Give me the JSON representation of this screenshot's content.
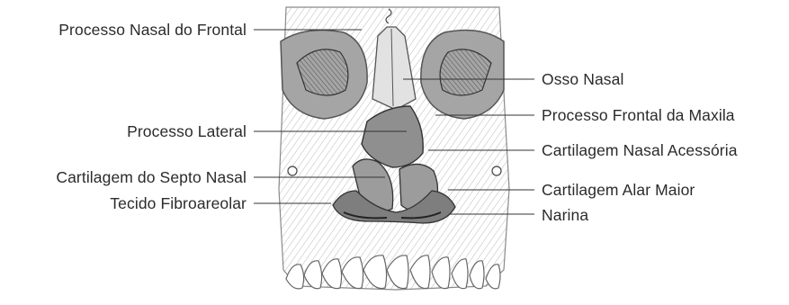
{
  "figure": {
    "subject": "skull-front-view-nasal-region",
    "style": "pencil-sketch",
    "colors": {
      "ink": "#2b2b2b",
      "bone_shade": "#d9d9d9",
      "cartilage": "#9a9a9a",
      "orbit": "#6f6f6f",
      "leader_line": "#333333"
    }
  },
  "labels": {
    "left": [
      "Processo Nasal do Frontal",
      "Processo Lateral",
      "Cartilagem do Septo Nasal",
      "Tecido Fibroareolar"
    ],
    "right": [
      "Osso Nasal",
      "Processo Frontal da Maxila",
      "Cartilagem Nasal Acessória",
      "Cartilagem Alar Maior",
      "Narina"
    ]
  }
}
